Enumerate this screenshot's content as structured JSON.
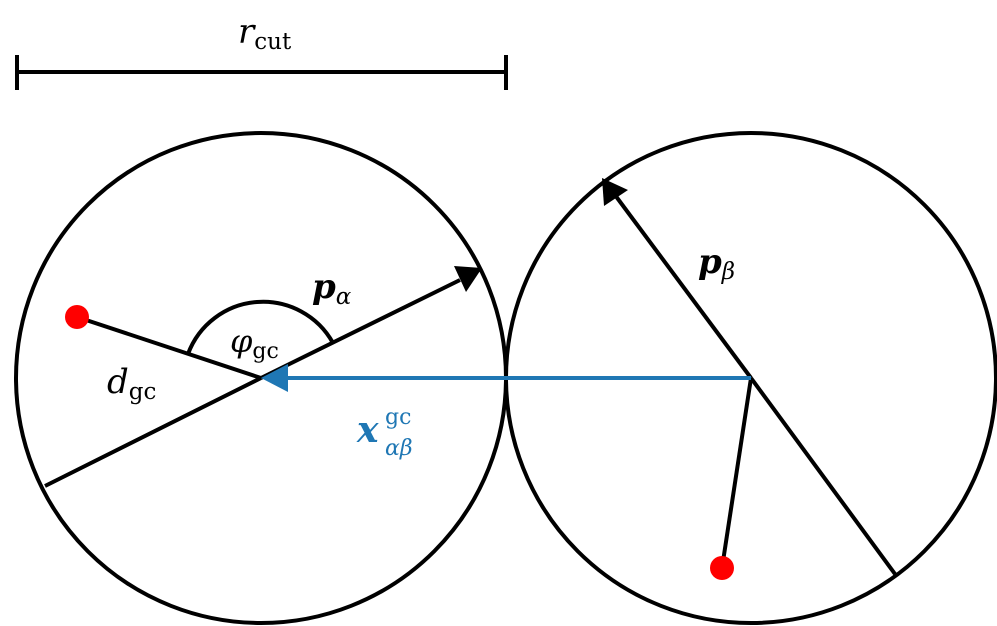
{
  "labels": {
    "r_cut": {
      "main": "r",
      "sub": "cut"
    },
    "p_alpha": {
      "main": "p",
      "sub": "α"
    },
    "p_beta": {
      "main": "p",
      "sub": "β"
    },
    "phi_gc": {
      "main": "φ",
      "sub": "gc"
    },
    "d_gc": {
      "main": "d",
      "sub": "gc"
    },
    "x_gc": {
      "main": "x",
      "sup": "gc",
      "sub": "αβ"
    }
  },
  "colors": {
    "line": "#000000",
    "vector": "#1f77b4",
    "point": "#ff0000",
    "background": "#ffffff"
  }
}
